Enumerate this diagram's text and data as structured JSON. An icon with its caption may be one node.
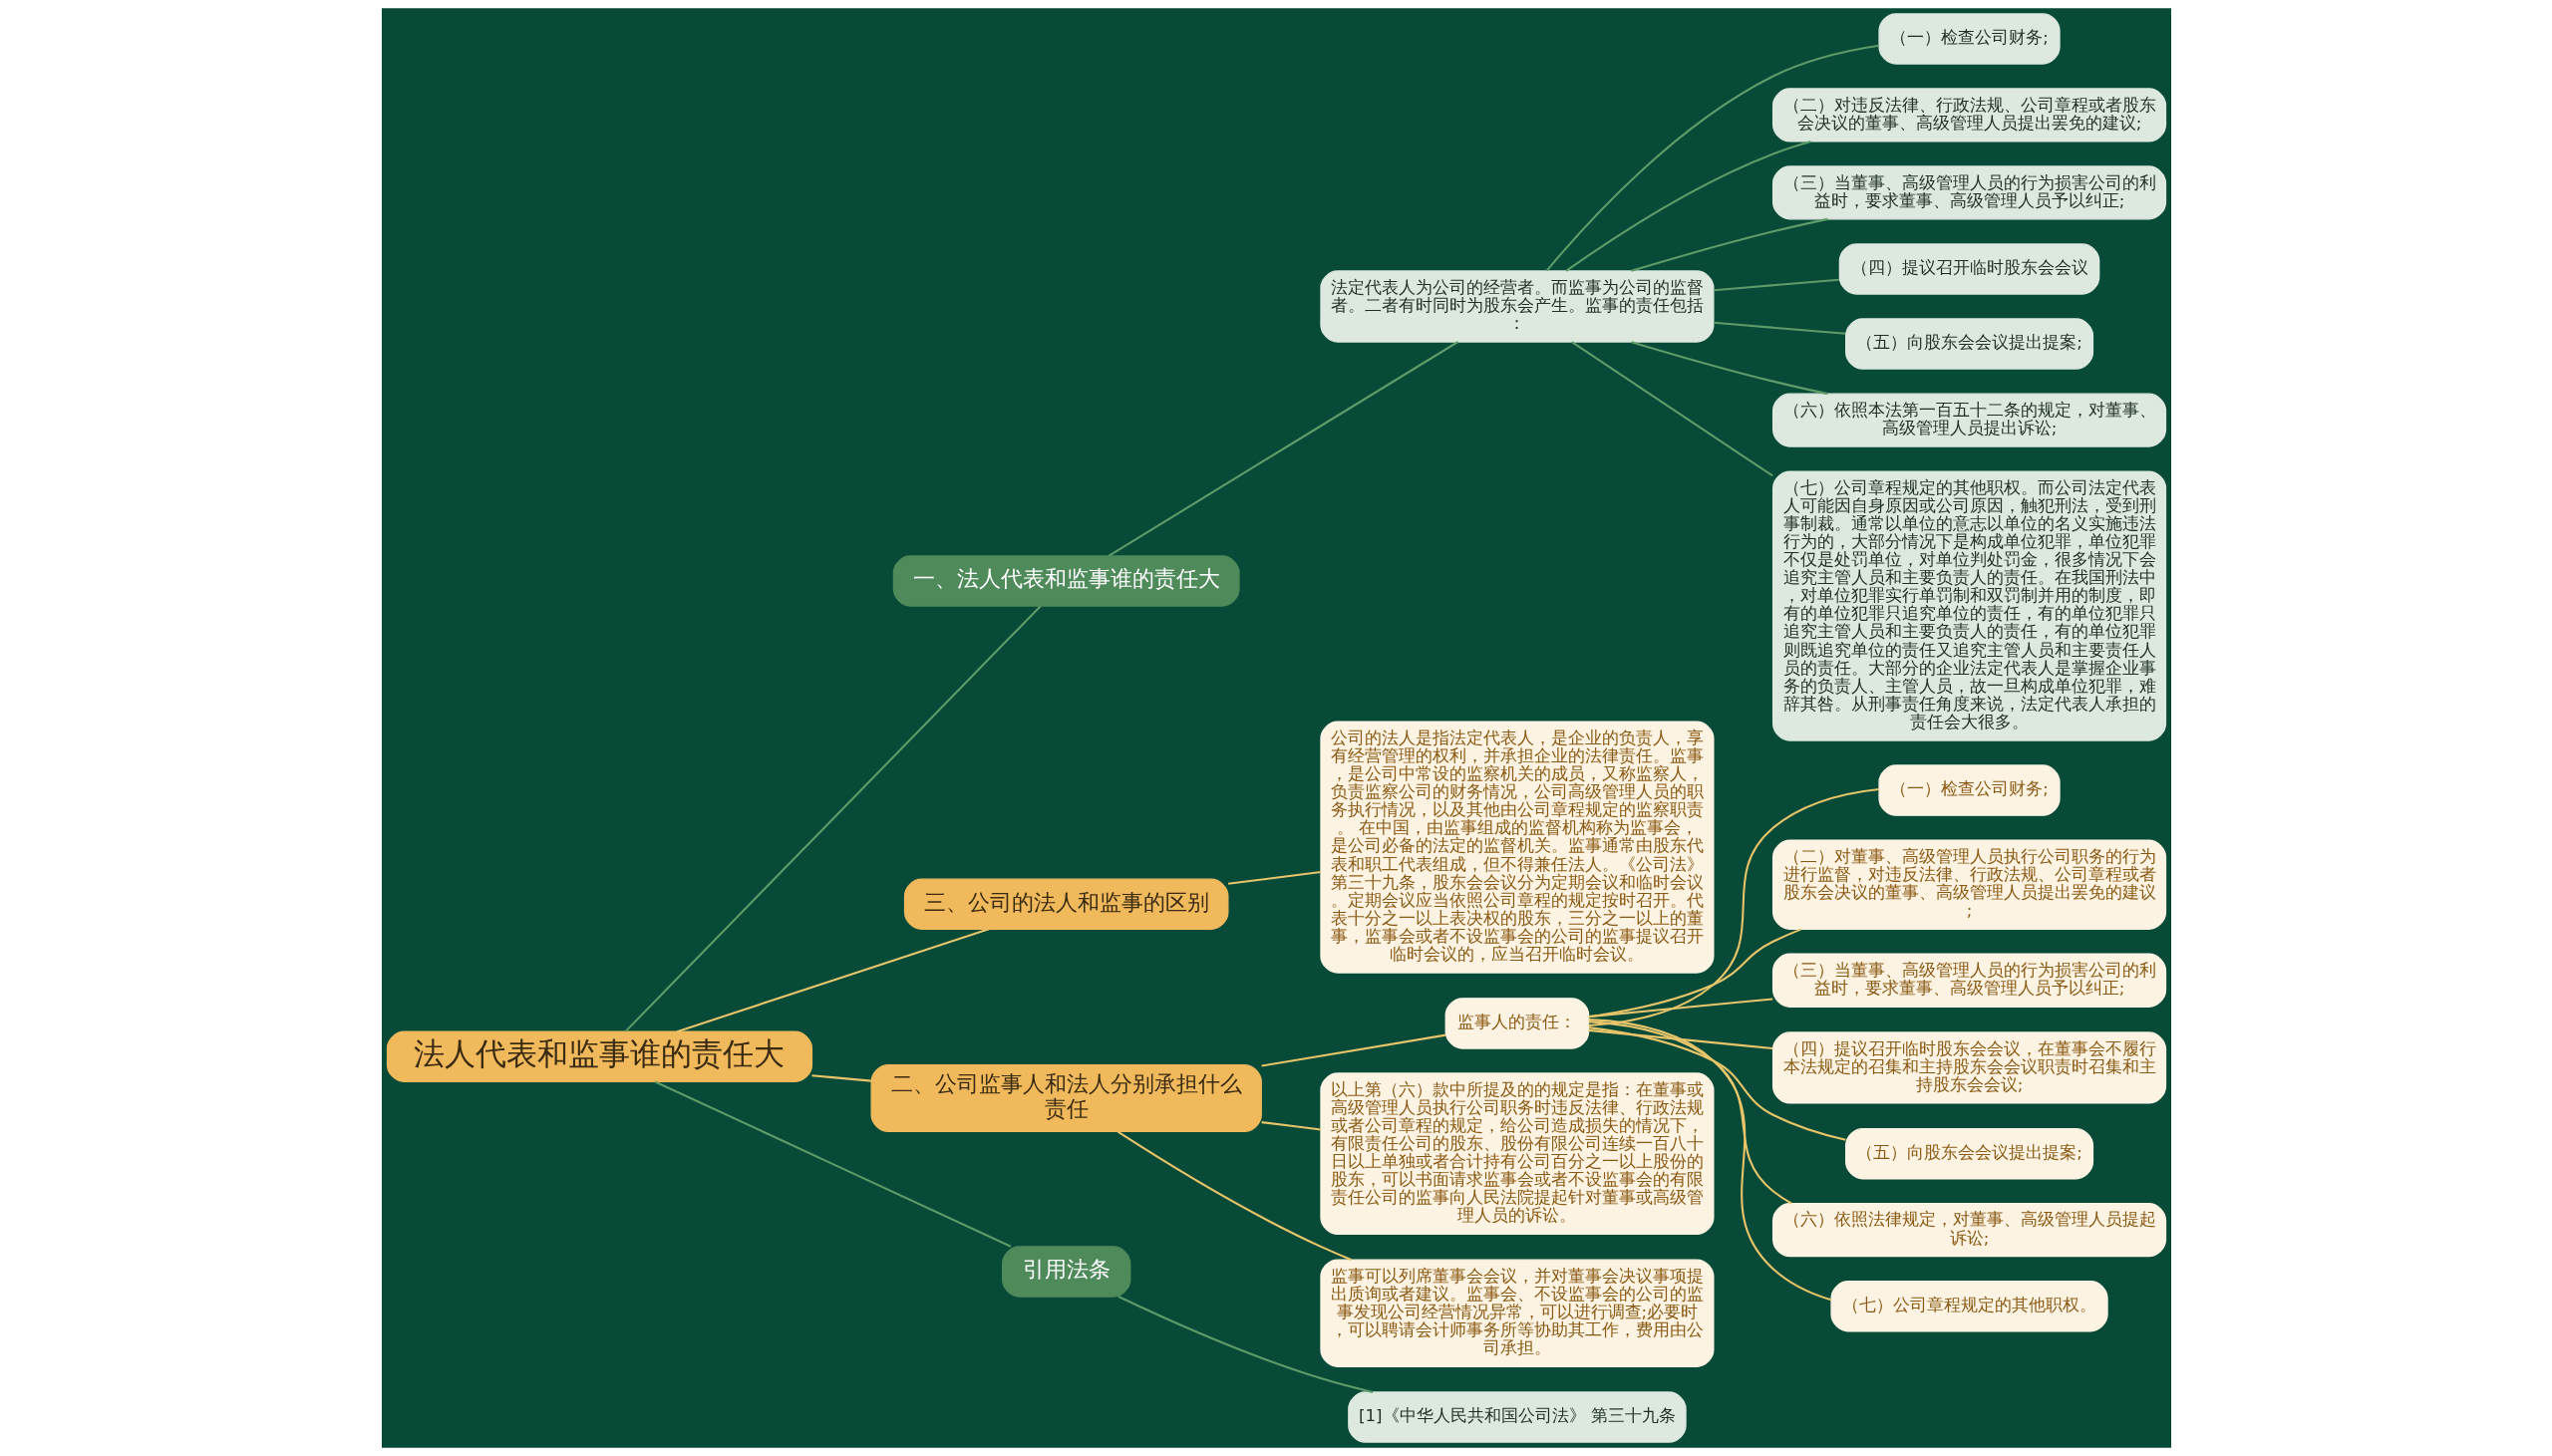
{
  "diagram": {
    "nodes": [
      {
        "text": [
          "法人代表和监事谁的责任大"
        ]
      },
      {
        "text": [
          "一、法人代表和监事谁的责任大"
        ]
      },
      {
        "text": [
          "法定代表人为公司的经营者。而监事为公司的监督者。二者有时同时为股东会产生。监事的责任包括："
        ]
      },
      {
        "text": [
          "（一）检查公司财务;"
        ]
      },
      {
        "text": [
          "（二）对违反法律、行政法规、公司章程或者股东会决议的董事、高级管理人员提出罢免的建议;"
        ]
      },
      {
        "text": [
          "（三）当董事、高级管理人员的行为损害公司的利益时，要求董事、高级管理人员予以纠正;"
        ]
      },
      {
        "text": [
          "（四）提议召开临时股东会会议"
        ]
      },
      {
        "text": [
          "（五）向股东会会议提出提案;"
        ]
      },
      {
        "text": [
          "（六）依照本法第一百五十二条的规定，对董事、高级管理人员提出诉讼;"
        ]
      },
      {
        "text": [
          "（七）公司章程规定的其他职权。而公司法定代表人可能因自身原因或公司原因，触犯刑法，受到刑事制裁。通常以单位的意志以单位的名义实施违法行为的，大部分情况下是构成单位犯罪，单位犯罪不仅是处罚单位，对单位判处罚金，很多情况下会追究主管人员和主要负责人的责任。在我国刑法中，对单位犯罪实行单罚制和双罚制并用的制度，即有的单位犯罪只追究单位的责任，有的单位犯罪只追究主管人员和主要负责人的责任，有的单位犯罪则既追究单位的责任又追究主管人员和主要责任人员的责任。大部分的企业法定代表人是掌握企业事务的负责人、主管人员，故一旦构成单位犯罪，难辞其咎。从刑事责任角度来说，法定代表人承担的责任会大很多。"
        ]
      },
      {
        "text": [
          "三、公司的法人和监事的区别"
        ]
      },
      {
        "text": [
          "公司的法人是指法定代表人，是企业的负责人，享有经营管理的权利，并承担企业的法律责任。监事，是公司中常设的监察机关的成员，又称监察人，负责监察公司的财务情况，公司高级管理人员的职务执行情况，以及其他由公司章程规定的监察职责。 在中国，由监事组成的监督机构称为监事会，是公司必备的法定的监督机关。监事通常由股东代表和职工代表组成，但不得兼任法人。《公司法》第三十九条，股东会会议分为定期会议和临时会议。定期会议应当依照公司章程的规定按时召开。代表十分之一以上表决权的股东，三分之一以上的董事，监事会或者不设监事会的公司的监事提议召开临时会议的，应当召开临时会议。"
        ]
      },
      {
        "text": [
          "二、公司监事人和法人分别承担什么责任"
        ]
      },
      {
        "text": [
          "监事人的责任："
        ]
      },
      {
        "text": [
          "（一）检查公司财务;"
        ]
      },
      {
        "text": [
          "（二）对董事、高级管理人员执行公司职务的行为进行监督，对违反法律、行政法规、公司章程或者股东会决议的董事、高级管理人员提出罢免的建议;"
        ]
      },
      {
        "text": [
          "（三）当董事、高级管理人员的行为损害公司的利益时，要求董事、高级管理人员予以纠正;"
        ]
      },
      {
        "text": [
          "（四）提议召开临时股东会会议，在董事会不履行本法规定的召集和主持股东会会议职责时召集和主持股东会会议;"
        ]
      },
      {
        "text": [
          "（五）向股东会会议提出提案;"
        ]
      },
      {
        "text": [
          "（六）依照法律规定，对董事、高级管理人员提起诉讼;"
        ]
      },
      {
        "text": [
          "（七）公司章程规定的其他职权。"
        ]
      },
      {
        "text": [
          "以上第（六）款中所提及的的规定是指：在董事或高级管理人员执行公司职务时违反法律、行政法规或者公司章程的规定，给公司造成损失的情况下，有限责任公司的股东、股份有限公司连续一百八十日以上单独或者合计持有公司百分之一以上股份的股东，可以书面请求监事会或者不设监事会的有限责任公司的监事向人民法院提起针对董事或高级管理人员的诉讼。"
        ]
      },
      {
        "text": [
          "监事可以列席董事会会议，并对董事会决议事项提出质询或者建议。监事会、不设监事会的公司的监事发现公司经营情况异常，可以进行调查;必要时，可以聘请会计师事务所等协助其工作，费用由公司承担。"
        ]
      },
      {
        "text": [
          "引用法条"
        ]
      },
      {
        "text": [
          "[1]《中华人民共和国公司法》 第三十九条"
        ]
      }
    ],
    "edges": [
      {
        "from": 0,
        "to": 1,
        "arrow": "none",
        "color": "#5d9c69"
      },
      {
        "from": 1,
        "to": 2,
        "arrow": "none",
        "color": "#5d9c69"
      },
      {
        "from": 2,
        "to": 3,
        "arrow": "none",
        "color": "#5d9c69"
      },
      {
        "from": 2,
        "to": 4,
        "arrow": "none",
        "color": "#5d9c69"
      },
      {
        "from": 2,
        "to": 5,
        "arrow": "none",
        "color": "#5d9c69"
      },
      {
        "from": 2,
        "to": 6,
        "arrow": "none",
        "color": "#5d9c69"
      },
      {
        "from": 2,
        "to": 7,
        "arrow": "none",
        "color": "#5d9c69"
      },
      {
        "from": 2,
        "to": 8,
        "arrow": "none",
        "color": "#5d9c69"
      },
      {
        "from": 2,
        "to": 9,
        "arrow": "none",
        "color": "#5d9c69"
      },
      {
        "from": 0,
        "to": 10,
        "arrow": "none"
      },
      {
        "from": 10,
        "to": 11,
        "arrow": "none"
      },
      {
        "from": 0,
        "to": 12,
        "arrow": "none"
      },
      {
        "from": 12,
        "to": 13,
        "arrow": "none"
      },
      {
        "from": 13,
        "to": 14,
        "arrow": "none"
      },
      {
        "from": 13,
        "to": 15,
        "arrow": "none"
      },
      {
        "from": 13,
        "to": 16,
        "arrow": "none"
      },
      {
        "from": 13,
        "to": 17,
        "arrow": "none"
      },
      {
        "from": 13,
        "to": 18,
        "arrow": "none"
      },
      {
        "from": 13,
        "to": 19,
        "arrow": "none"
      },
      {
        "from": 13,
        "to": 20,
        "arrow": "none"
      },
      {
        "from": 12,
        "to": 21,
        "arrow": "none"
      },
      {
        "from": 12,
        "to": 22,
        "arrow": "none"
      },
      {
        "from": 0,
        "to": 23,
        "arrow": "none",
        "color": "#5d9c69"
      },
      {
        "from": 23,
        "to": 24,
        "arrow": "none",
        "color": "#5d9c69"
      }
    ]
  }
}
